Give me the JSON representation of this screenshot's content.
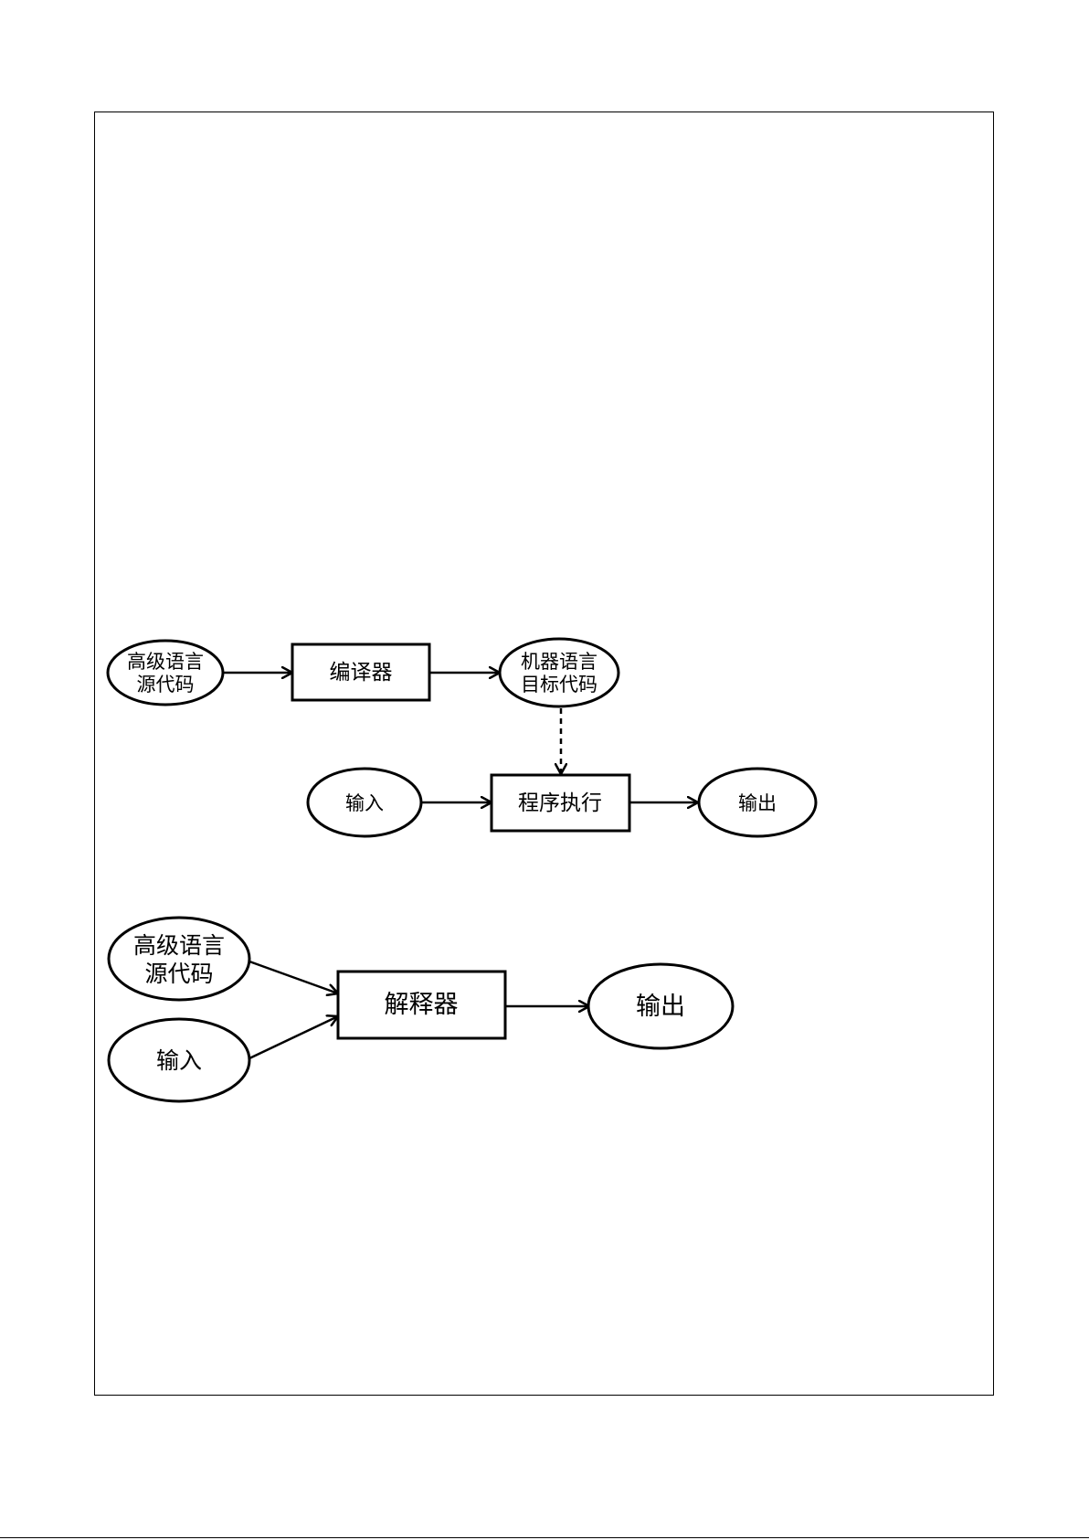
{
  "compiler_flow": {
    "source_line1": "高级语言",
    "source_line2": "源代码",
    "compiler": "编译器",
    "target_line1": "机器语言",
    "target_line2": "目标代码",
    "input": "输入",
    "execute": "程序执行",
    "output": "输出"
  },
  "interpreter_flow": {
    "source_line1": "高级语言",
    "source_line2": "源代码",
    "input": "输入",
    "interpreter": "解释器",
    "output": "输出"
  },
  "colors": {
    "stroke": "#000000",
    "background": "#ffffff"
  }
}
